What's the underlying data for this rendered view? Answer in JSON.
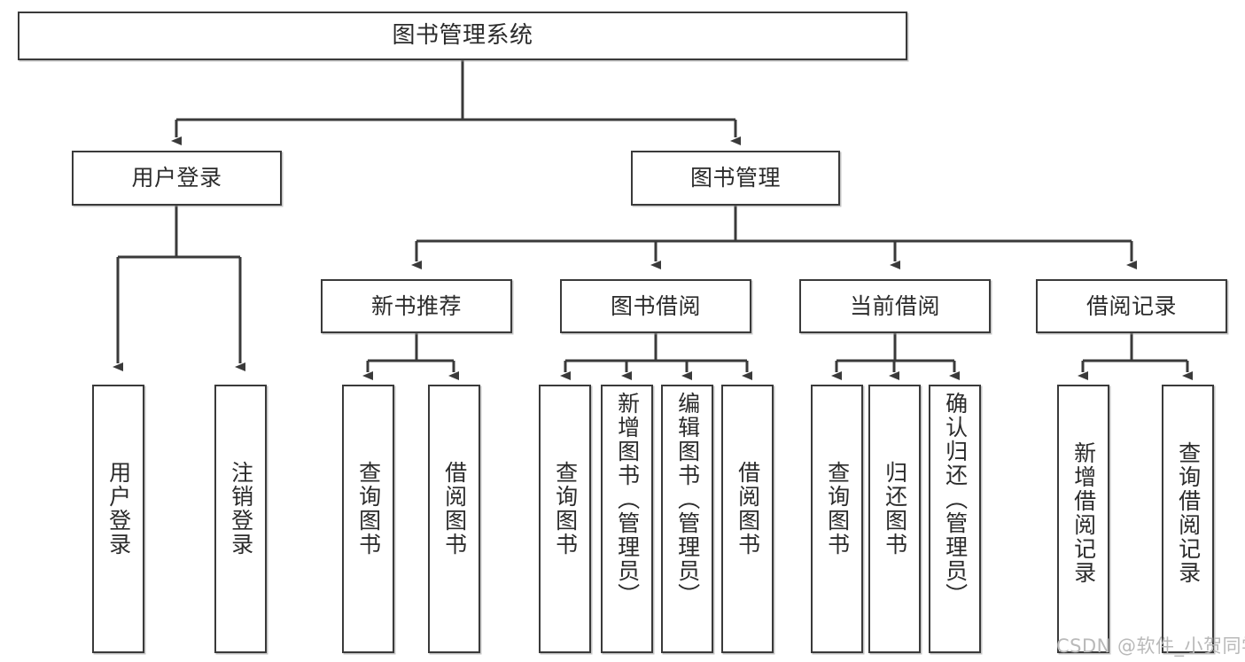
{
  "diagram": {
    "title": "图书管理系统",
    "type": "tree-hierarchy-chart",
    "stroke_color": "#3a3a3a",
    "text_color": "#2b2b2b",
    "background_color": "#ffffff",
    "nodes": {
      "root": {
        "label": "图书管理系统"
      },
      "level2": [
        {
          "label": "用户登录"
        },
        {
          "label": "图书管理"
        }
      ],
      "level3": [
        {
          "label": "新书推荐"
        },
        {
          "label": "图书借阅"
        },
        {
          "label": "当前借阅"
        },
        {
          "label": "借阅记录"
        }
      ],
      "leaves": [
        {
          "label": "用户登录",
          "parent": "用户登录"
        },
        {
          "label": "注销登录",
          "parent": "用户登录"
        },
        {
          "label": "查询图书",
          "parent": "新书推荐"
        },
        {
          "label": "借阅图书",
          "parent": "新书推荐"
        },
        {
          "label": "查询图书",
          "parent": "图书借阅"
        },
        {
          "label": "新增图书（管理员）",
          "parent": "图书借阅"
        },
        {
          "label": "编辑图书（管理员）",
          "parent": "图书借阅"
        },
        {
          "label": "借阅图书",
          "parent": "图书借阅"
        },
        {
          "label": "查询图书",
          "parent": "当前借阅"
        },
        {
          "label": "归还图书",
          "parent": "当前借阅"
        },
        {
          "label": "确认归还（管理员）",
          "parent": "当前借阅"
        },
        {
          "label": "新增借阅记录",
          "parent": "借阅记录"
        },
        {
          "label": "查询借阅记录",
          "parent": "借阅记录"
        }
      ]
    }
  },
  "watermark": {
    "text": "CSDN @软件_小贺同学"
  }
}
